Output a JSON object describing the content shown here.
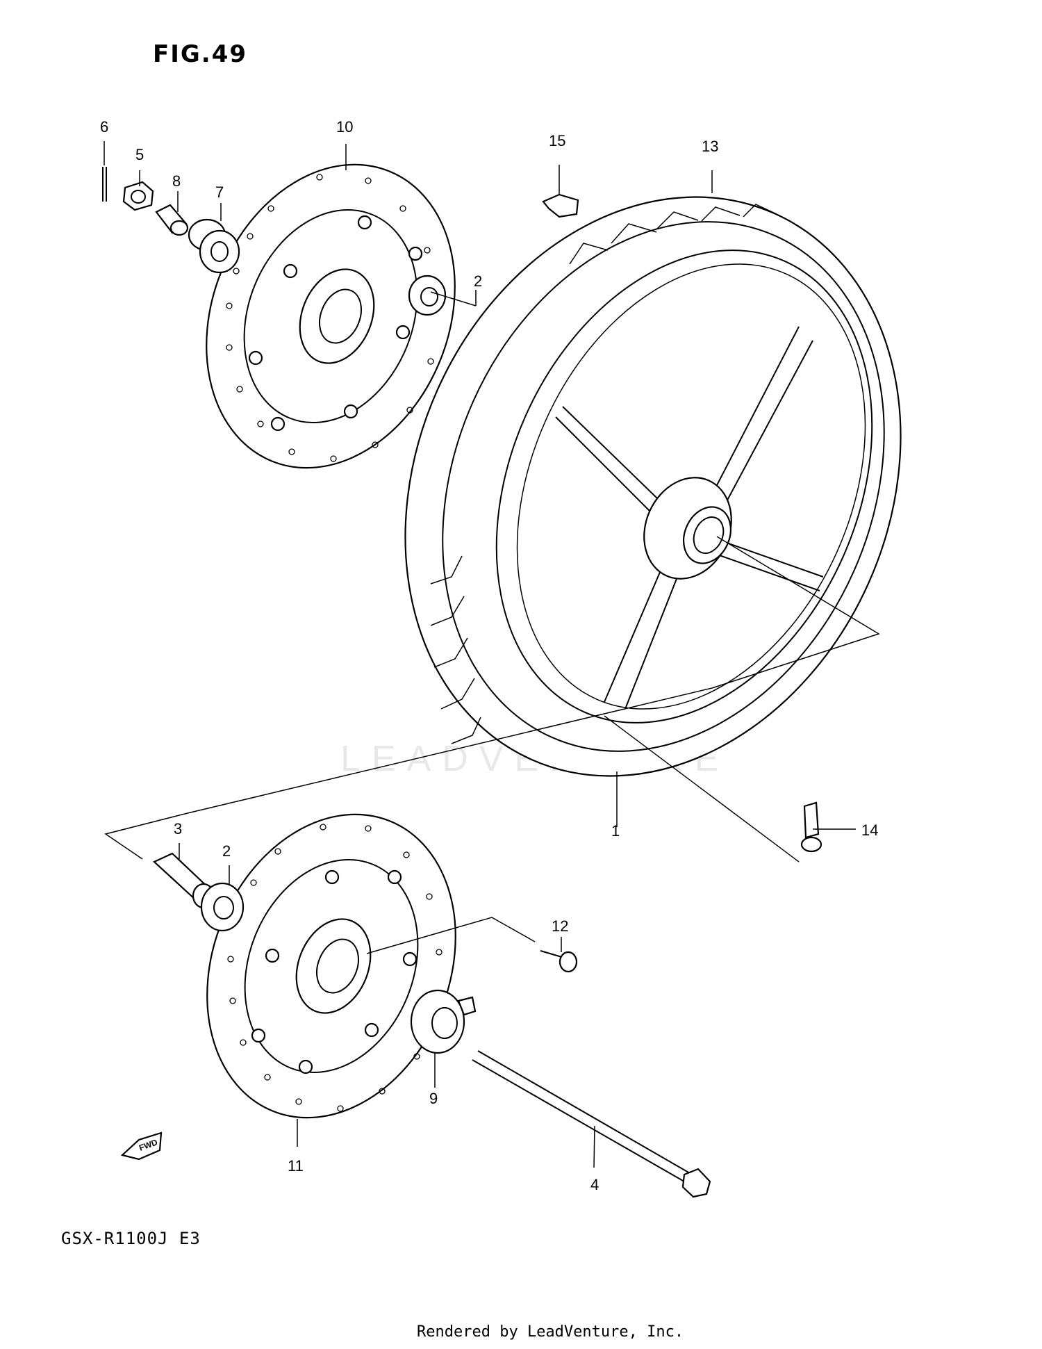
{
  "figure": {
    "title": "FIG.49",
    "model": "GSX-R1100J  E3",
    "footer": "Rendered by LeadVenture, Inc.",
    "watermark": "LEADVENTURE"
  },
  "callouts": [
    {
      "id": "c1",
      "label": "1"
    },
    {
      "id": "c2a",
      "label": "2"
    },
    {
      "id": "c2b",
      "label": "2"
    },
    {
      "id": "c3",
      "label": "3"
    },
    {
      "id": "c4",
      "label": "4"
    },
    {
      "id": "c5",
      "label": "5"
    },
    {
      "id": "c6",
      "label": "6"
    },
    {
      "id": "c7",
      "label": "7"
    },
    {
      "id": "c8",
      "label": "8"
    },
    {
      "id": "c9",
      "label": "9"
    },
    {
      "id": "c10",
      "label": "10"
    },
    {
      "id": "c11",
      "label": "11"
    },
    {
      "id": "c12",
      "label": "12"
    },
    {
      "id": "c13",
      "label": "13"
    },
    {
      "id": "c14",
      "label": "14"
    },
    {
      "id": "c15",
      "label": "15"
    }
  ],
  "fwd_badge": "FWD"
}
